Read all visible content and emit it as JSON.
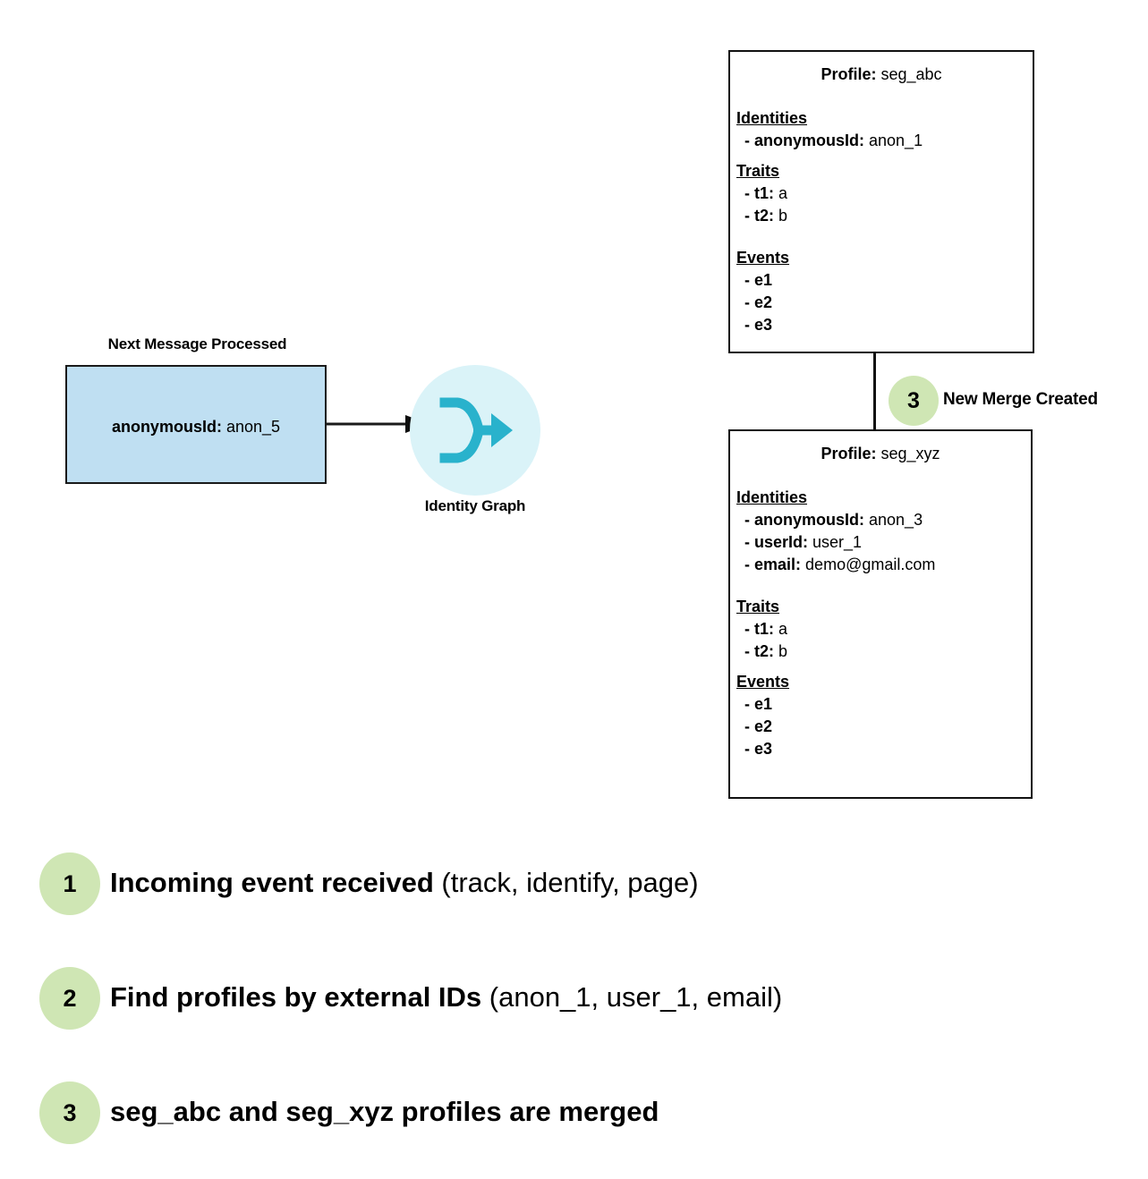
{
  "colors": {
    "message_box_fill": "#bfdff2",
    "identity_circle_fill": "#daf3f8",
    "identity_icon": "#29b2cc",
    "badge_fill": "#cfe6b4",
    "border": "#111111"
  },
  "message": {
    "caption": "Next Message Processed",
    "key": "anonymousId:",
    "value": "anon_5"
  },
  "identity_graph": {
    "label": "Identity Graph",
    "icon": "merge-arrow-icon"
  },
  "merge": {
    "badge_number": "3",
    "label": "New Merge Created"
  },
  "profiles": [
    {
      "title_key": "Profile:",
      "title_value": "seg_abc",
      "sections": [
        {
          "heading": "Identities",
          "items": [
            {
              "key": "- anonymousId:",
              "value": "anon_1"
            }
          ]
        },
        {
          "heading": "Traits",
          "items": [
            {
              "key": "- t1:",
              "value": "a"
            },
            {
              "key": "- t2:",
              "value": "b"
            }
          ]
        },
        {
          "heading": "Events",
          "items": [
            {
              "key": "- e1",
              "value": ""
            },
            {
              "key": "- e2",
              "value": ""
            },
            {
              "key": "- e3",
              "value": ""
            }
          ]
        }
      ]
    },
    {
      "title_key": "Profile:",
      "title_value": "seg_xyz",
      "sections": [
        {
          "heading": "Identities",
          "items": [
            {
              "key": "- anonymousId:",
              "value": "anon_3"
            },
            {
              "key": "- userId:",
              "value": "user_1"
            },
            {
              "key": "- email:",
              "value": "demo@gmail.com"
            }
          ]
        },
        {
          "heading": "Traits",
          "items": [
            {
              "key": "- t1:",
              "value": "a"
            },
            {
              "key": "- t2:",
              "value": "b"
            }
          ]
        },
        {
          "heading": "Events",
          "items": [
            {
              "key": "- e1",
              "value": ""
            },
            {
              "key": "- e2",
              "value": ""
            },
            {
              "key": "- e3",
              "value": ""
            }
          ]
        }
      ]
    }
  ],
  "legend": [
    {
      "number": "1",
      "strong": "Incoming event received",
      "light": " (track, identify, page)"
    },
    {
      "number": "2",
      "strong": "Find profiles by external IDs",
      "light": " (anon_1, user_1, email)"
    },
    {
      "number": "3",
      "strong": "seg_abc and seg_xyz profiles are merged",
      "light": ""
    }
  ]
}
